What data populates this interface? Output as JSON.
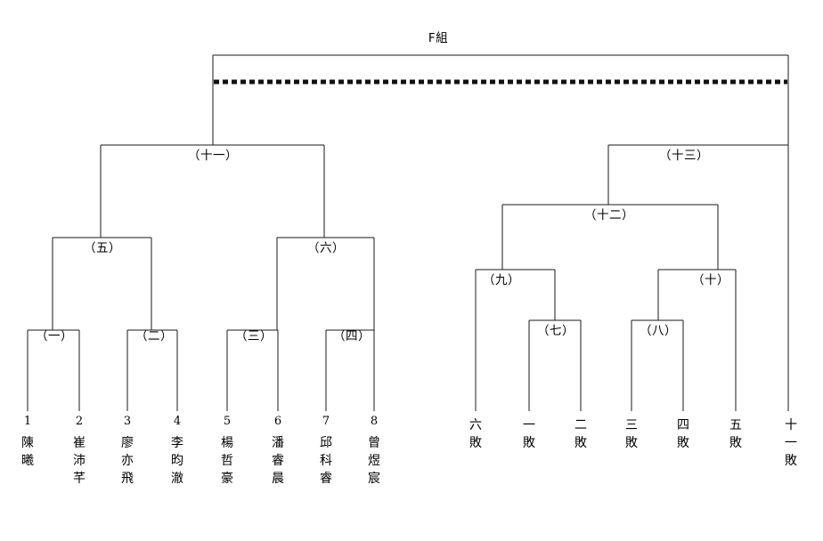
{
  "title": "F組",
  "diagram": {
    "kind": "tournament-bracket",
    "orientation": "top-down",
    "top_divider": "dashed-thick-horizontal-rule"
  },
  "matches": [
    {
      "id": "m1",
      "label": "（一）"
    },
    {
      "id": "m2",
      "label": "（二）"
    },
    {
      "id": "m3",
      "label": "（三）"
    },
    {
      "id": "m4",
      "label": "（四）"
    },
    {
      "id": "m5",
      "label": "（五）"
    },
    {
      "id": "m6",
      "label": "（六）"
    },
    {
      "id": "m7",
      "label": "（七）"
    },
    {
      "id": "m8",
      "label": "（八）"
    },
    {
      "id": "m9",
      "label": "（九）"
    },
    {
      "id": "m10",
      "label": "（十）"
    },
    {
      "id": "m11",
      "label": "（十一）"
    },
    {
      "id": "m12",
      "label": "（十二）"
    },
    {
      "id": "m13",
      "label": "（十三）"
    }
  ],
  "players": [
    {
      "seed": "1",
      "name": [
        "陳",
        "曦"
      ]
    },
    {
      "seed": "2",
      "name": [
        "崔",
        "沛",
        "芊"
      ]
    },
    {
      "seed": "3",
      "name": [
        "廖",
        "亦",
        "飛"
      ]
    },
    {
      "seed": "4",
      "name": [
        "李",
        "昀",
        "澈"
      ]
    },
    {
      "seed": "5",
      "name": [
        "楊",
        "哲",
        "豪"
      ]
    },
    {
      "seed": "6",
      "name": [
        "潘",
        "睿",
        "晨"
      ]
    },
    {
      "seed": "7",
      "name": [
        "邱",
        "科",
        "睿"
      ]
    },
    {
      "seed": "8",
      "name": [
        "曾",
        "煜",
        "宸"
      ]
    }
  ],
  "losers": [
    {
      "id": "L6",
      "name": [
        "六",
        "敗"
      ]
    },
    {
      "id": "L1",
      "name": [
        "一",
        "敗"
      ]
    },
    {
      "id": "L2",
      "name": [
        "二",
        "敗"
      ]
    },
    {
      "id": "L3",
      "name": [
        "三",
        "敗"
      ]
    },
    {
      "id": "L4",
      "name": [
        "四",
        "敗"
      ]
    },
    {
      "id": "L5",
      "name": [
        "五",
        "敗"
      ]
    },
    {
      "id": "L11",
      "name": [
        "十",
        "一",
        "敗"
      ]
    }
  ]
}
